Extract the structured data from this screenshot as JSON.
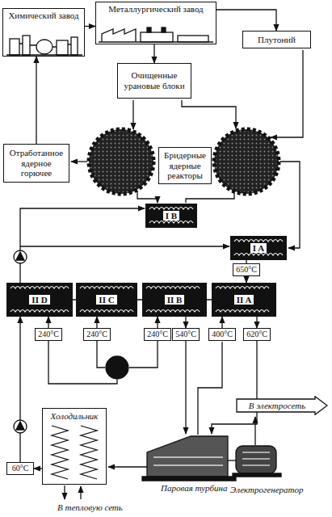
{
  "diagram": {
    "nodes": [
      {
        "text": [
          "Металлургический завод"
        ]
      },
      {
        "text": [
          "Химический завод"
        ]
      },
      {
        "text": [
          "Плутоний"
        ]
      },
      {
        "text": [
          "Очищенные урановые блоки"
        ]
      },
      {
        "text": [
          "Бридерные ядерные реакторы"
        ]
      },
      {
        "text": [
          "Отработанное ядерное горючее"
        ]
      },
      {
        "text": [
          "I B"
        ]
      },
      {
        "text": [
          "I A"
        ]
      },
      {
        "text": [
          "650°C"
        ]
      },
      {
        "text": [
          "II D"
        ]
      },
      {
        "text": [
          "II C"
        ]
      },
      {
        "text": [
          "II B"
        ]
      },
      {
        "text": [
          "II A"
        ]
      },
      {
        "text": [
          "240°C"
        ]
      },
      {
        "text": [
          "240°C"
        ]
      },
      {
        "text": [
          "240°C"
        ]
      },
      {
        "text": [
          "540°C"
        ]
      },
      {
        "text": [
          "400°C"
        ]
      },
      {
        "text": [
          "620°C"
        ]
      },
      {
        "text": [
          "60°C"
        ]
      },
      {
        "text": [
          "Холодильник"
        ]
      },
      {
        "text": [
          "В электросеть"
        ]
      }
    ],
    "edges": [
      {
        "from": 1,
        "to": 0,
        "arrow": "to"
      },
      {
        "from": 0,
        "to": 2,
        "arrow": "to"
      },
      {
        "from": 0,
        "to": 3,
        "arrow": "to"
      },
      {
        "from": 5,
        "to": 1,
        "arrow": "to"
      },
      {
        "from": 7,
        "to": 8,
        "arrow": "none"
      },
      {
        "from": 8,
        "to": 12,
        "arrow": "to"
      },
      {
        "from": 12,
        "to": 18,
        "arrow": "to"
      },
      {
        "from": 17,
        "to": 12,
        "arrow": "to"
      },
      {
        "from": 11,
        "to": 16,
        "arrow": "to"
      },
      {
        "from": 15,
        "to": 11,
        "arrow": "to"
      },
      {
        "from": 14,
        "to": 10,
        "arrow": "to"
      },
      {
        "from": 13,
        "to": 9,
        "arrow": "to"
      },
      {
        "from": 19,
        "to": 9,
        "arrow": "to"
      },
      {
        "from": 20,
        "to": 19,
        "arrow": "to"
      }
    ],
    "labels": [
      "Паровая турбина",
      "Электрогенератор",
      "В тепловую сеть"
    ]
  }
}
